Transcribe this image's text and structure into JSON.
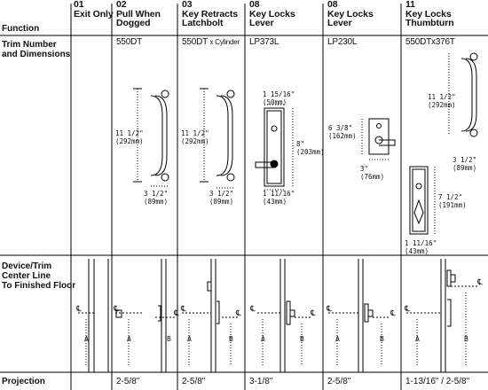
{
  "columns": [
    {
      "num": "01",
      "name": "Exit Only",
      "trim": "",
      "projection": ""
    },
    {
      "num": "02",
      "name": "Pull When\nDogged",
      "trim": "550DT",
      "projection": "2-5/8\""
    },
    {
      "num": "03",
      "name": "Key Retracts\nLatchbolt",
      "trim": "550DT",
      "trim_suffix": "x Cylinder",
      "projection": "2-5/8\""
    },
    {
      "num": "08",
      "name": "Key Locks\nLever",
      "trim": "LP373L",
      "projection": "3-1/8\""
    },
    {
      "num": "08",
      "name": "Key Locks\nLever",
      "trim": "LP230L",
      "projection": "2-5/8\""
    },
    {
      "num": "11",
      "name": "Key Locks\nThumbturn",
      "trim": "550DTx376T",
      "projection": "1-13/16\" / 2-5/8\""
    }
  ],
  "rows": {
    "function": "Function",
    "trim": "Trim Number\nand Dimensions",
    "device": "Device/Trim\nCenter Line\nTo Finished Floor",
    "projection": "Projection"
  },
  "dims": {
    "c2_height": "11 1/2\"\n(292mm)",
    "c2_width": "3 1/2\"\n(89mm)",
    "c3_height": "11 1/2\"\n(292mm)",
    "c3_width": "3 1/2\"\n(89mm)",
    "c4_top": "1 15/16\"\n(50mm)",
    "c4_height": "8\"\n(203mm)",
    "c4_bottom": "1 11/16\"\n(43mm)",
    "c5_height": "6 3/8\"\n(162mm)",
    "c5_width": "3\"\n(76mm)",
    "c6_height": "11 1/2\"\n(292mm)",
    "c6_width": "3 1/2\"\n(89mm)",
    "c6b_height": "7 1/2\"\n(191mm)",
    "c6b_width": "1 11/16\"\n(43mm)"
  },
  "device_labels": {
    "a": "A",
    "b": "B",
    "cl": "℄"
  }
}
